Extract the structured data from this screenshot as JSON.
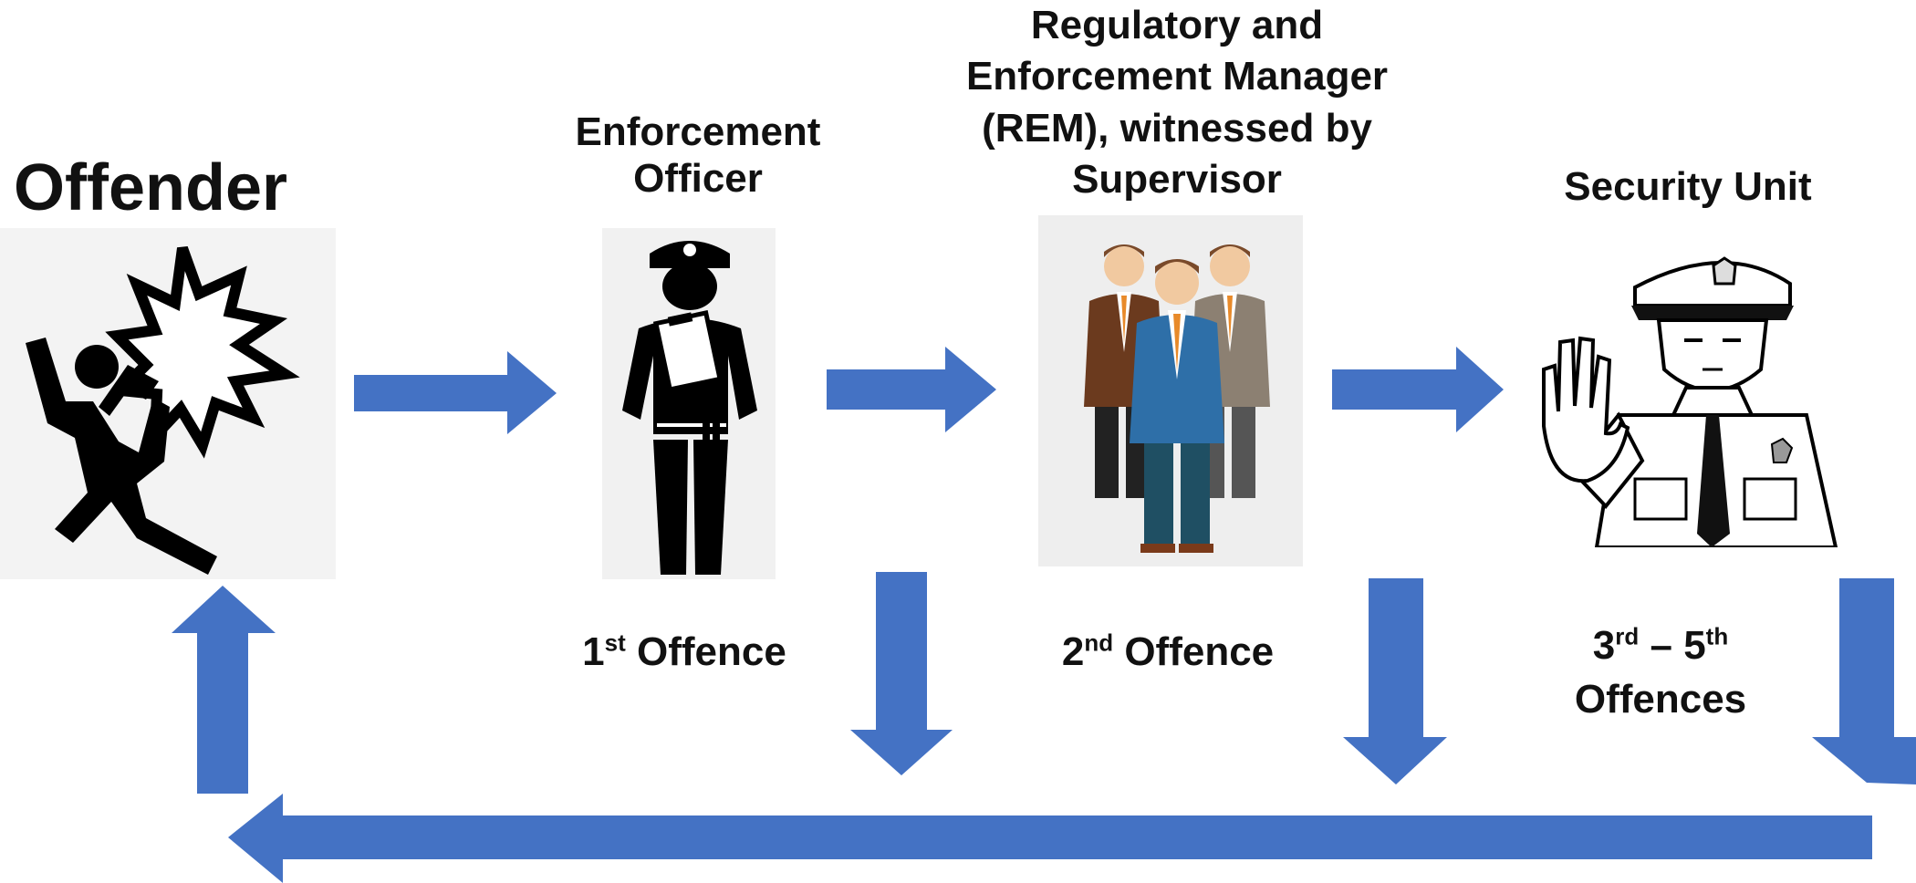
{
  "nodes": {
    "offender": {
      "label": "Offender"
    },
    "officer": {
      "label_line1": "Enforcement",
      "label_line2": "Officer"
    },
    "rem": {
      "line1": "Regulatory and",
      "line2": "Enforcement Manager",
      "line3": "(REM), witnessed by",
      "line4": "Supervisor"
    },
    "security": {
      "label": "Security Unit"
    }
  },
  "offences": {
    "first": {
      "num": "1",
      "sup": "st",
      "text": " Offence"
    },
    "second": {
      "num": "2",
      "sup": "nd",
      "text": " Offence"
    },
    "third": {
      "num_a": "3",
      "sup_a": "rd",
      "dash": " – ",
      "num_b": "5",
      "sup_b": "th",
      "line2": "Offences"
    }
  },
  "icons": {
    "offender": "offender-explosion-icon",
    "officer": "officer-clipboard-icon",
    "rem": "managers-group-icon",
    "security": "security-guard-icon"
  },
  "colors": {
    "arrow": "#4472C4",
    "text": "#111111"
  }
}
